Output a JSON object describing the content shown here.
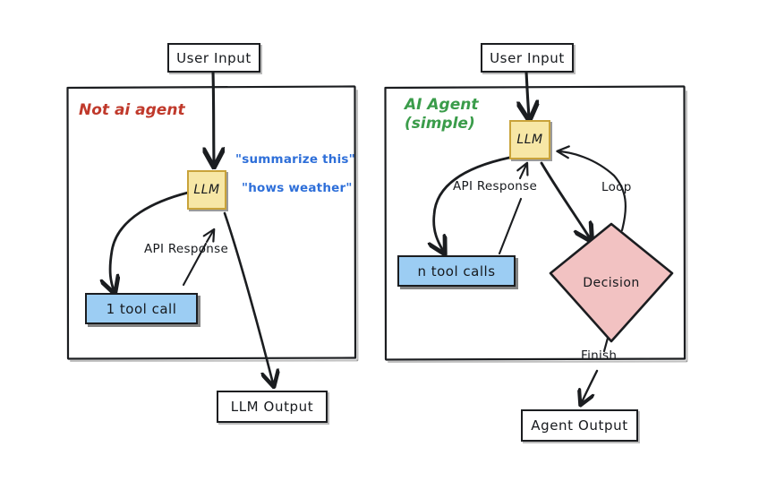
{
  "diagram": {
    "title_left": "Not ai agent",
    "title_right": "AI Agent\n(simple)",
    "colors": {
      "panel_border": "#1b1d20",
      "stroke": "#1b1d20",
      "llm_fill": "#f7e7a6",
      "llm_border": "#c9a33a",
      "tool_fill": "#9ccdf3",
      "decision_fill": "#f2c2c2",
      "title_left_color": "#c0392b",
      "title_right_color": "#3a9c4a",
      "quote_color": "#2e6fd9",
      "background": "#ffffff"
    }
  },
  "left_panel": {
    "title": "Not ai agent",
    "nodes": {
      "user_input": "User Input",
      "llm": "LLM",
      "tool_call": "1 tool call",
      "output": "LLM Output"
    },
    "edge_labels": {
      "api_response": "API Response"
    },
    "quotes": [
      "\"summarize this\"",
      "\"hows weather\""
    ]
  },
  "right_panel": {
    "title": "AI Agent\n(simple)",
    "nodes": {
      "user_input": "User Input",
      "llm": "LLM",
      "tool_calls": "n tool calls",
      "decision": "Decision",
      "output": "Agent Output"
    },
    "edge_labels": {
      "api_response": "API Response",
      "loop": "Loop",
      "finish": "Finish"
    }
  }
}
